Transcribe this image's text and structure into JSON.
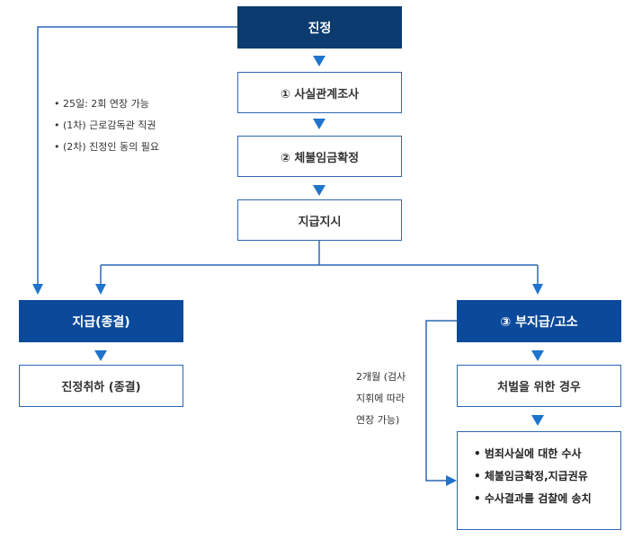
{
  "nodes": {
    "start": "진정",
    "step1": "① 사실관계조사",
    "step2": "② 체불임금확정",
    "order": "지급지시",
    "paid": "지급(종결)",
    "withdraw": "진정취하 (종결)",
    "unpaid": "③ 부지급/고소",
    "punish": "처벌을 위한 경우",
    "actions": [
      "• 범죄사실에 대한 수사",
      "• 체불임금확정,지급권유",
      "• 수사결과를 검찰에 송치"
    ]
  },
  "notes": {
    "extension": [
      "• 25일: 2회 연장 가능",
      "• (1차) 근로감독관 직권",
      "• (2차) 진정인 동의 필요"
    ],
    "prosecutor": [
      "2개월 (검사",
      "지휘에 따라",
      "연장 가능)"
    ]
  },
  "colors": {
    "navy": "#0b3b6f",
    "blue": "#0b4a9a",
    "line": "#2d67b3",
    "arrow": "#1f74cc"
  }
}
